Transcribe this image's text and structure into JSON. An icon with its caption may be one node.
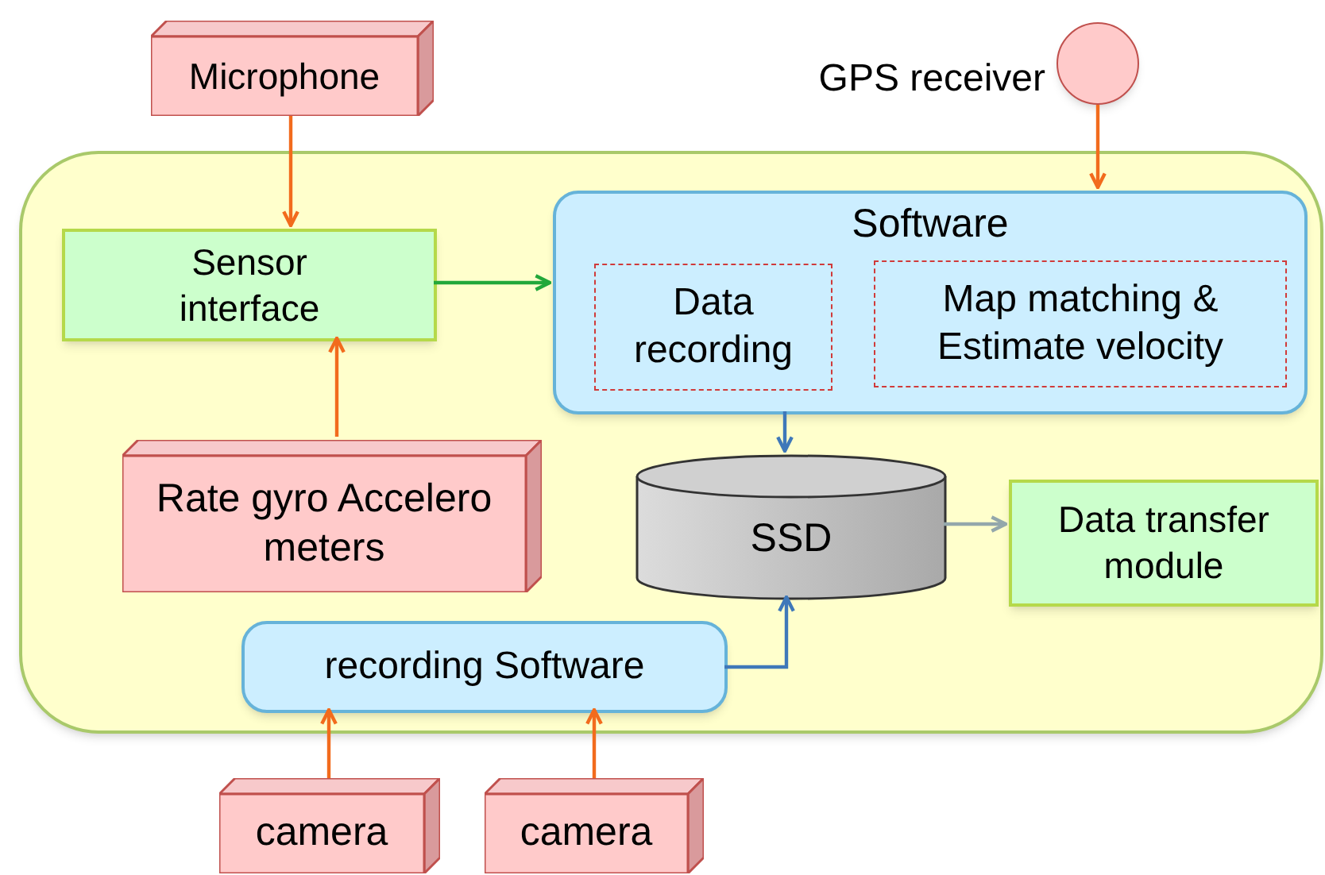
{
  "diagram": {
    "nodes": [
      {
        "text": [
          "Microphone"
        ]
      },
      {
        "text": [],
        "shape": "circle",
        "beside": [
          "GPS receiver"
        ]
      },
      {
        "text": [],
        "shape": "box"
      },
      {
        "text": [
          "Sensor interface"
        ],
        "in": 2
      },
      {
        "text": [
          "Software"
        ],
        "in": 2
      },
      {
        "text": [
          "Data recording"
        ],
        "in": 4
      },
      {
        "text": [
          "Map matching & Estimate velocity"
        ],
        "in": 4
      },
      {
        "text": [
          "Rate gyro Accelero meters"
        ],
        "in": 2
      },
      {
        "text": [
          "SSD"
        ],
        "in": 2
      },
      {
        "text": [
          "Data transfer module"
        ],
        "in": 2
      },
      {
        "text": [
          "recording Software"
        ],
        "in": 2
      },
      {
        "text": [
          "camera"
        ]
      },
      {
        "text": [
          "camera"
        ]
      }
    ],
    "edges": [
      {
        "from": 0,
        "to": 3,
        "arrow": "to"
      },
      {
        "from": 1,
        "to": 4,
        "arrow": "to"
      },
      {
        "from": 3,
        "to": 4,
        "arrow": "to",
        "color": "#22a83a"
      },
      {
        "from": 7,
        "to": 3,
        "arrow": "to"
      },
      {
        "from": 4,
        "to": 8,
        "arrow": "to",
        "color": "#3f78b9"
      },
      {
        "from": 8,
        "to": 9,
        "arrow": "to",
        "color": "#93a7ab"
      },
      {
        "from": 10,
        "to": 8,
        "arrow": "to",
        "color": "#3f78b9"
      },
      {
        "from": 11,
        "to": 10,
        "arrow": "to"
      },
      {
        "from": 12,
        "to": 10,
        "arrow": "to"
      }
    ]
  }
}
